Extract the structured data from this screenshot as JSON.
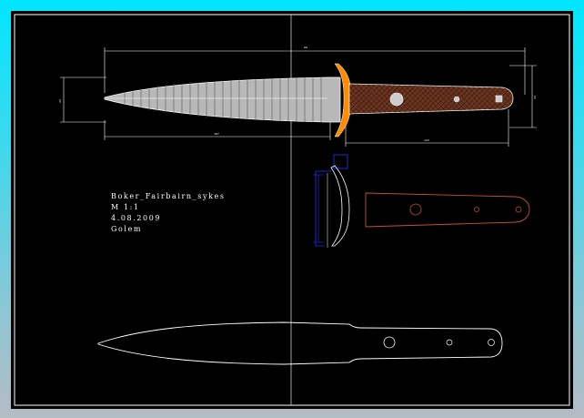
{
  "drawing": {
    "title_block": {
      "name": "Boker_Fairbairn_sykes",
      "scale": "M 1:1",
      "date": "4.08.2009",
      "author": "Golem"
    },
    "dimensions": {
      "overall_length": "мм",
      "blade_length": "167",
      "handle_length": "122",
      "blade_height": "24",
      "handle_height": "24"
    },
    "colors": {
      "background": "#000000",
      "outline": "#ffffff",
      "guard": "#ff8c00",
      "handle_texture": "#6b3520",
      "handle_profile": "#c8502a",
      "guard_side_view": "#2233ff",
      "blade_fill": "#b8b8b8",
      "frame_gradient_top": "#00e6ff",
      "frame_gradient_bottom": "#b4bcc4"
    },
    "views": [
      "assembled-knife-view",
      "guard-side-view",
      "handle-scale-view",
      "blade-blank-view"
    ]
  }
}
